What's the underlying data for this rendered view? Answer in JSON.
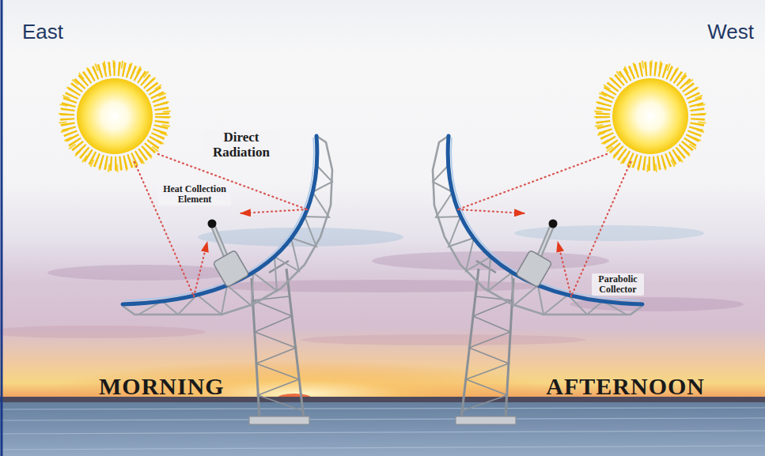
{
  "diagram": {
    "labels": [
      "East",
      "West",
      "Direct Radiation",
      "Heat Collection Element",
      "Parabolic Collector",
      "MORNING",
      "AFTERNOON"
    ]
  }
}
